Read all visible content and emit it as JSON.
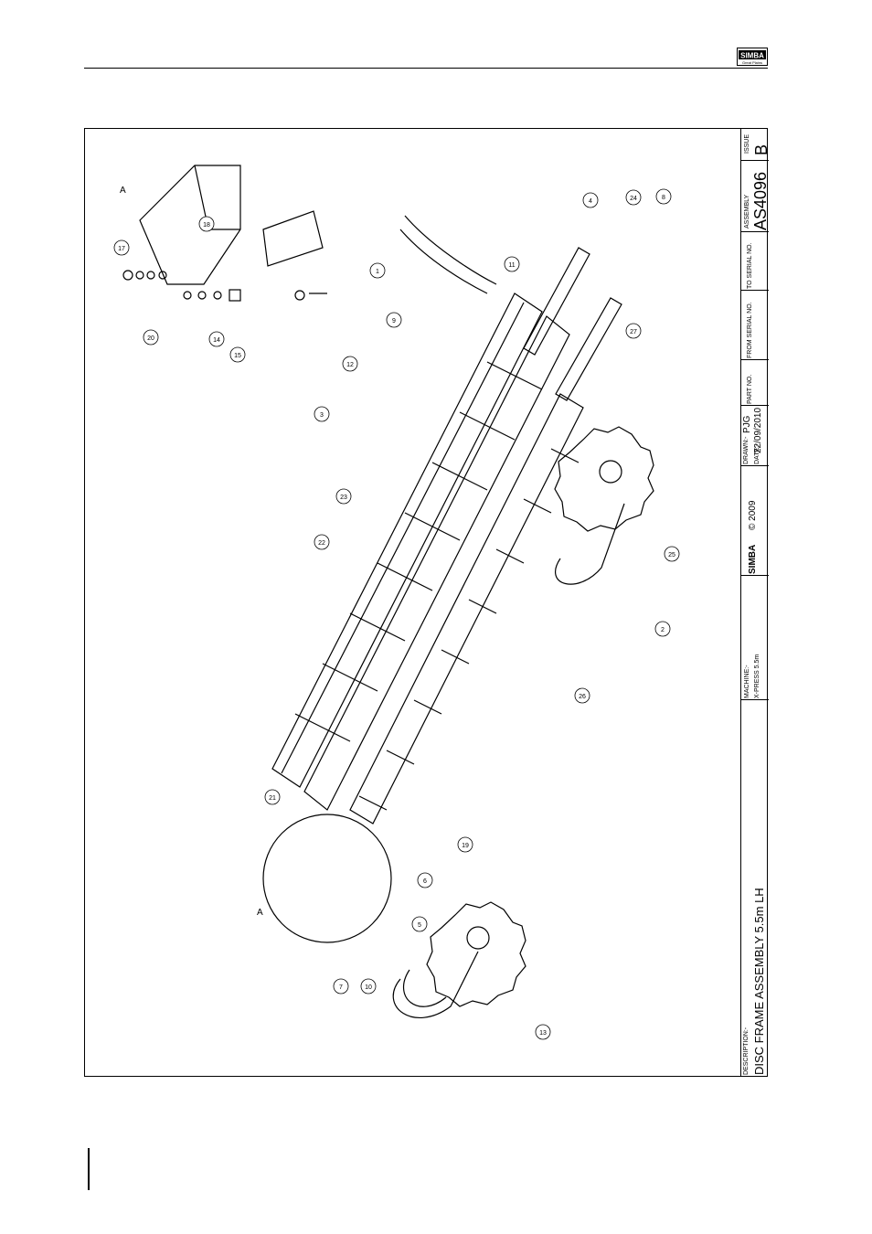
{
  "header": {
    "logo_text": "SIMBA",
    "logo_sub": "Great Plains"
  },
  "title_block": {
    "description_label": "DESCRIPTION:-",
    "description": "DISC FRAME ASSEMBLY 5.5m LH",
    "machine_label": "MACHINE:-",
    "machine": "X-PRESS 5.5m",
    "brand": "SIMBA",
    "copyright": "© 2009",
    "drawn_label": "DRAWN:-",
    "drawn": "PJG",
    "date_label": "DATE:-",
    "date": "22/09/2010",
    "part_no_label": "PART NO.",
    "from_serial_label": "FROM SERIAL NO.",
    "to_serial_label": "TO SERIAL NO.",
    "assembly_label": "ASSEMBLY",
    "assembly": "AS4096",
    "issue_label": "ISSUE",
    "issue": "B"
  },
  "drawing": {
    "detail_label": "A",
    "balloons": [
      "1",
      "2",
      "3",
      "4",
      "5",
      "6",
      "7",
      "8",
      "9",
      "10",
      "11",
      "12",
      "13",
      "14",
      "15",
      "17",
      "18",
      "19",
      "20",
      "21",
      "22",
      "23",
      "24",
      "25",
      "26",
      "27"
    ]
  }
}
